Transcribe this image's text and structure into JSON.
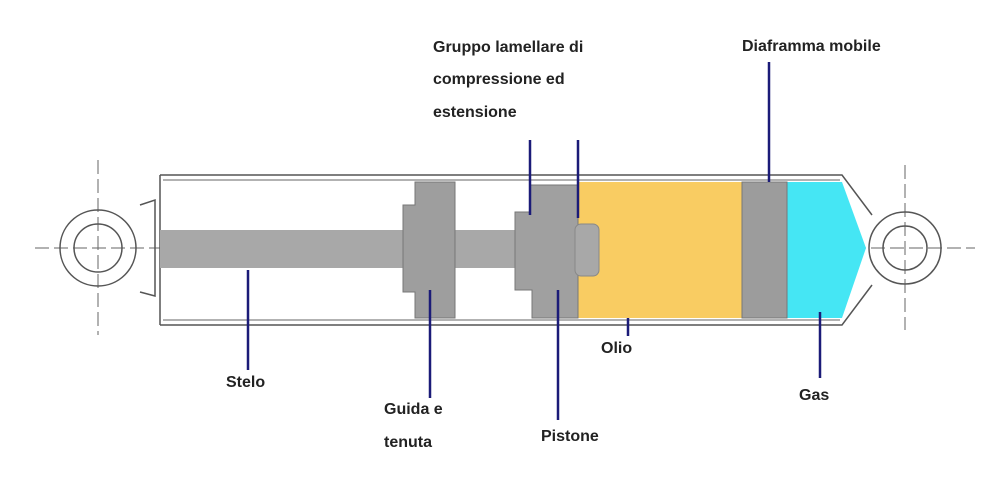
{
  "labels": {
    "gruppo": [
      "Gruppo lamellare di",
      "compressione ed",
      "estensione"
    ],
    "diaframma": "Diaframma mobile",
    "stelo": "Stelo",
    "guida": [
      "Guida e",
      "tenuta"
    ],
    "pistone": "Pistone",
    "olio": "Olio",
    "gas": "Gas"
  },
  "colors": {
    "oil": "#f9cc62",
    "gas": "#45e6f4",
    "metal": "#a8a8a8",
    "leader": "#1b1b78"
  }
}
